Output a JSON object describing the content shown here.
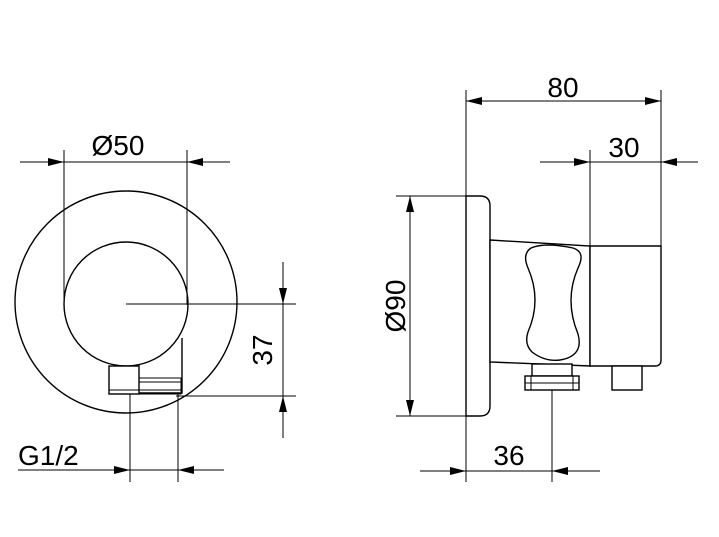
{
  "front_view": {
    "dimensions": {
      "diameter_label": "Ø50",
      "height_label": "37",
      "thread_label": "G1/2"
    }
  },
  "side_view": {
    "dimensions": {
      "overall_depth_label": "80",
      "holder_depth_label": "30",
      "plate_diameter_label": "Ø90",
      "outlet_offset_label": "36"
    }
  },
  "colors": {
    "line": "#000000",
    "background": "#ffffff"
  }
}
